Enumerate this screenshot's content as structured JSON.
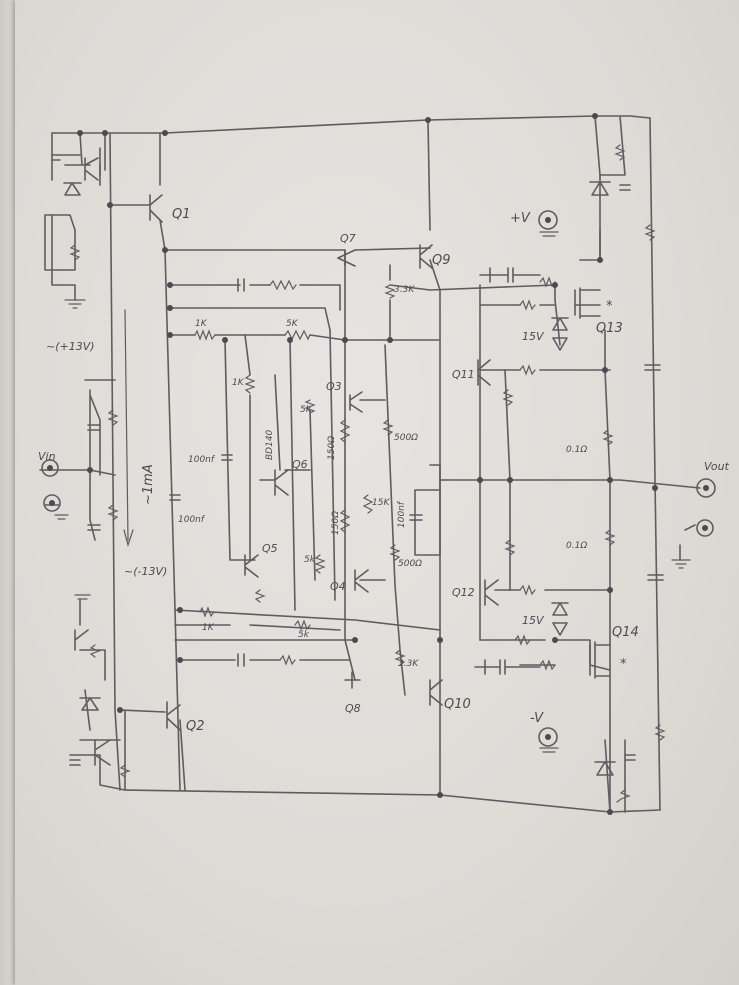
{
  "labels": {
    "q1": "Q1",
    "q2": "Q2",
    "q3": "Q3",
    "q4": "Q4",
    "q5": "Q5",
    "q6": "Q6",
    "q7": "Q7",
    "q8": "Q8",
    "q9": "Q9",
    "q10": "Q10",
    "q11": "Q11",
    "q12": "Q12",
    "q13": "Q13",
    "q14": "Q14",
    "bd140": "BD140",
    "pos_rail": "~(+13V)",
    "neg_rail": "~(-13V)",
    "current": "~1mA",
    "vin": "Vin",
    "vout": "Vout",
    "pos_v": "+V",
    "neg_v": "-V",
    "r_1k_top": "1K",
    "r_5k_top": "5K",
    "r_1k_pot": "1K",
    "r_5k_mid": "5k",
    "r_5k_low": "5k",
    "r_1k_bot": "1K",
    "r_5k_bot": "5k",
    "r_33k_top": "3.3K",
    "r_33k_bot": "3.3K",
    "r_150_top": "150Ω",
    "r_150_bot": "150Ω",
    "r_15k": "15K",
    "r_500_top": "500Ω",
    "r_500_bot": "500Ω",
    "r_01_top": "0.1Ω",
    "r_01_bot": "0.1Ω",
    "c_100nf_a": "100nf",
    "c_100nf_b": "100nf",
    "c_100nf_c": "100nf",
    "z_15v_top": "15V",
    "z_15v_mid": "15V",
    "star": "*"
  },
  "colors": {
    "ink": "#5d5d61",
    "paper": "#e3e2de"
  }
}
